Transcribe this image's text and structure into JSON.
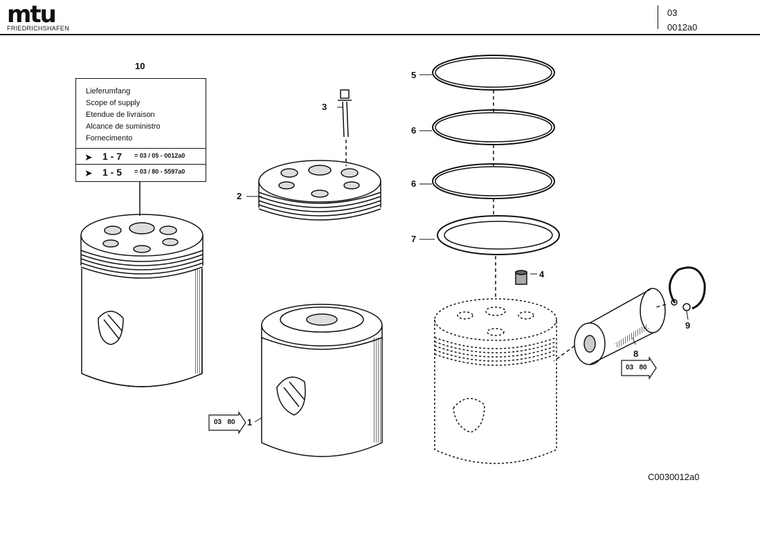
{
  "header": {
    "brand": "mtu",
    "brand_sub": "FRIEDRICHSHAFEN",
    "group": "03",
    "page": "0012a0"
  },
  "scope_box": {
    "number": "10",
    "languages": [
      "Lieferumfang",
      "Scope of supply",
      "Etendue de livraison",
      "Alcance de suministro",
      "Fornecimento"
    ],
    "rows": [
      {
        "arrow": "➤",
        "range": "1 - 7",
        "ref": "= 03 / 05 - 0012a0"
      },
      {
        "arrow": "➤",
        "range": "1 - 5",
        "ref": "= 03 / 80 - 5597a0"
      }
    ]
  },
  "callouts": {
    "c1": "1",
    "c2": "2",
    "c3": "3",
    "c4": "4",
    "c5": "5",
    "c6a": "6",
    "c6b": "6",
    "c7": "7",
    "c8": "8",
    "c9": "9"
  },
  "ref_tags": [
    {
      "text": "03   80"
    },
    {
      "text": "03   80"
    }
  ],
  "drawing_id": "C0030012a0"
}
